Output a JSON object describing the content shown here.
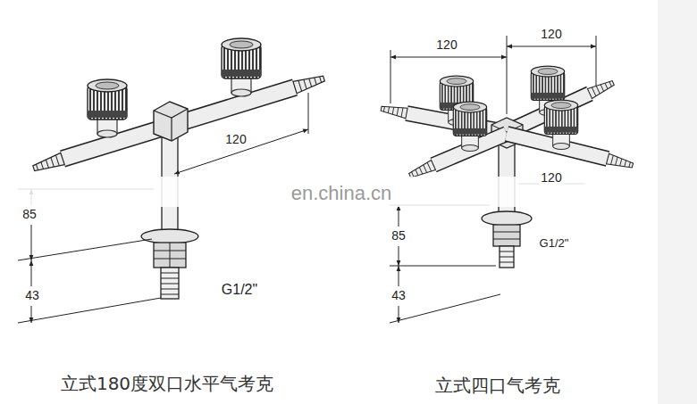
{
  "diagram": {
    "labels": [
      "120",
      "85",
      "43",
      "G1/2\"",
      "立式180度双口水平气考克",
      "120",
      "120",
      "120",
      "85",
      "G1/2\"",
      "43",
      "立式四口气考克",
      "en.china.cn"
    ]
  }
}
